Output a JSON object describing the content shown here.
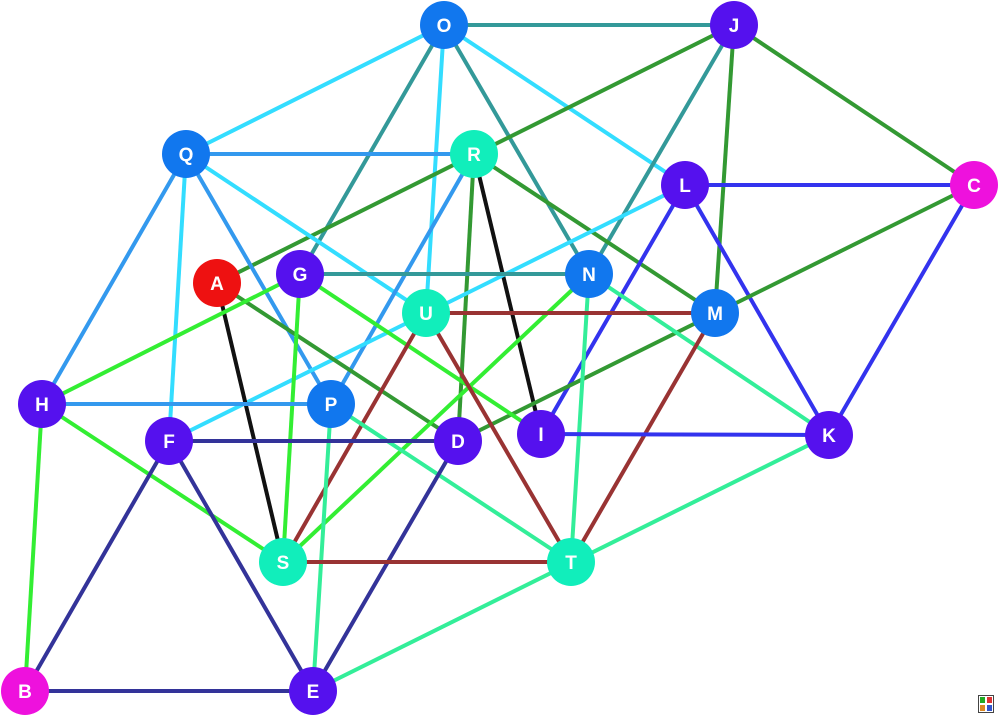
{
  "colors": {
    "red": "#ee1111",
    "magenta": "#ee11dd",
    "violet": "#5511ee",
    "blue": "#1177ee",
    "teal": "#11eebb",
    "edge_cyan": "#33ddff",
    "edge_teal": "#339999",
    "edge_green_dark": "#339933",
    "edge_blue": "#3333ee",
    "edge_sky": "#3399ee",
    "edge_black": "#111111",
    "edge_brown": "#993333",
    "edge_lime": "#33ee33",
    "edge_mint": "#33ee99",
    "edge_navy": "#333399"
  },
  "nodes": [
    {
      "id": "O",
      "label": "O",
      "color": "blue"
    },
    {
      "id": "J",
      "label": "J",
      "color": "violet"
    },
    {
      "id": "Q",
      "label": "Q",
      "color": "blue"
    },
    {
      "id": "R",
      "label": "R",
      "color": "teal"
    },
    {
      "id": "L",
      "label": "L",
      "color": "violet"
    },
    {
      "id": "C",
      "label": "C",
      "color": "magenta"
    },
    {
      "id": "A",
      "label": "A",
      "color": "red"
    },
    {
      "id": "G",
      "label": "G",
      "color": "violet"
    },
    {
      "id": "N",
      "label": "N",
      "color": "blue"
    },
    {
      "id": "U",
      "label": "U",
      "color": "teal"
    },
    {
      "id": "M",
      "label": "M",
      "color": "blue"
    },
    {
      "id": "H",
      "label": "H",
      "color": "violet"
    },
    {
      "id": "P",
      "label": "P",
      "color": "blue"
    },
    {
      "id": "F",
      "label": "F",
      "color": "violet"
    },
    {
      "id": "D",
      "label": "D",
      "color": "violet"
    },
    {
      "id": "I",
      "label": "I",
      "color": "violet"
    },
    {
      "id": "K",
      "label": "K",
      "color": "violet"
    },
    {
      "id": "S",
      "label": "S",
      "color": "teal"
    },
    {
      "id": "T",
      "label": "T",
      "color": "teal"
    },
    {
      "id": "B",
      "label": "B",
      "color": "magenta"
    },
    {
      "id": "E",
      "label": "E",
      "color": "violet"
    }
  ],
  "edges": [
    {
      "from": "O",
      "to": "J",
      "color": "edge_teal"
    },
    {
      "from": "O",
      "to": "Q",
      "color": "edge_cyan"
    },
    {
      "from": "O",
      "to": "U",
      "color": "edge_cyan"
    },
    {
      "from": "O",
      "to": "G",
      "color": "edge_teal"
    },
    {
      "from": "O",
      "to": "N",
      "color": "edge_teal"
    },
    {
      "from": "O",
      "to": "L",
      "color": "edge_cyan"
    },
    {
      "from": "J",
      "to": "A",
      "color": "edge_green_dark"
    },
    {
      "from": "J",
      "to": "C",
      "color": "edge_green_dark"
    },
    {
      "from": "J",
      "to": "M",
      "color": "edge_green_dark"
    },
    {
      "from": "J",
      "to": "N",
      "color": "edge_teal"
    },
    {
      "from": "Q",
      "to": "R",
      "color": "edge_sky"
    },
    {
      "from": "Q",
      "to": "H",
      "color": "edge_sky"
    },
    {
      "from": "Q",
      "to": "F",
      "color": "edge_cyan"
    },
    {
      "from": "Q",
      "to": "P",
      "color": "edge_sky"
    },
    {
      "from": "Q",
      "to": "U",
      "color": "edge_cyan"
    },
    {
      "from": "R",
      "to": "I",
      "color": "edge_black"
    },
    {
      "from": "R",
      "to": "M",
      "color": "edge_green_dark"
    },
    {
      "from": "R",
      "to": "D",
      "color": "edge_green_dark"
    },
    {
      "from": "R",
      "to": "P",
      "color": "edge_sky"
    },
    {
      "from": "L",
      "to": "C",
      "color": "edge_blue"
    },
    {
      "from": "L",
      "to": "K",
      "color": "edge_blue"
    },
    {
      "from": "L",
      "to": "I",
      "color": "edge_blue"
    },
    {
      "from": "L",
      "to": "F",
      "color": "edge_cyan"
    },
    {
      "from": "C",
      "to": "K",
      "color": "edge_blue"
    },
    {
      "from": "C",
      "to": "D",
      "color": "edge_green_dark"
    },
    {
      "from": "A",
      "to": "S",
      "color": "edge_black"
    },
    {
      "from": "A",
      "to": "D",
      "color": "edge_green_dark"
    },
    {
      "from": "G",
      "to": "N",
      "color": "edge_teal"
    },
    {
      "from": "G",
      "to": "H",
      "color": "edge_lime"
    },
    {
      "from": "G",
      "to": "S",
      "color": "edge_lime"
    },
    {
      "from": "G",
      "to": "I",
      "color": "edge_lime"
    },
    {
      "from": "N",
      "to": "K",
      "color": "edge_mint"
    },
    {
      "from": "N",
      "to": "T",
      "color": "edge_mint"
    },
    {
      "from": "N",
      "to": "S",
      "color": "edge_lime"
    },
    {
      "from": "U",
      "to": "M",
      "color": "edge_brown"
    },
    {
      "from": "U",
      "to": "S",
      "color": "edge_brown"
    },
    {
      "from": "U",
      "to": "T",
      "color": "edge_brown"
    },
    {
      "from": "M",
      "to": "T",
      "color": "edge_brown"
    },
    {
      "from": "H",
      "to": "P",
      "color": "edge_sky"
    },
    {
      "from": "H",
      "to": "S",
      "color": "edge_lime"
    },
    {
      "from": "H",
      "to": "B",
      "color": "edge_lime"
    },
    {
      "from": "P",
      "to": "E",
      "color": "edge_mint"
    },
    {
      "from": "P",
      "to": "T",
      "color": "edge_mint"
    },
    {
      "from": "F",
      "to": "D",
      "color": "edge_navy"
    },
    {
      "from": "F",
      "to": "B",
      "color": "edge_navy"
    },
    {
      "from": "F",
      "to": "E",
      "color": "edge_navy"
    },
    {
      "from": "D",
      "to": "E",
      "color": "edge_navy"
    },
    {
      "from": "I",
      "to": "K",
      "color": "edge_blue"
    },
    {
      "from": "K",
      "to": "E",
      "color": "edge_mint"
    },
    {
      "from": "S",
      "to": "T",
      "color": "edge_brown"
    },
    {
      "from": "B",
      "to": "E",
      "color": "edge_navy"
    }
  ]
}
